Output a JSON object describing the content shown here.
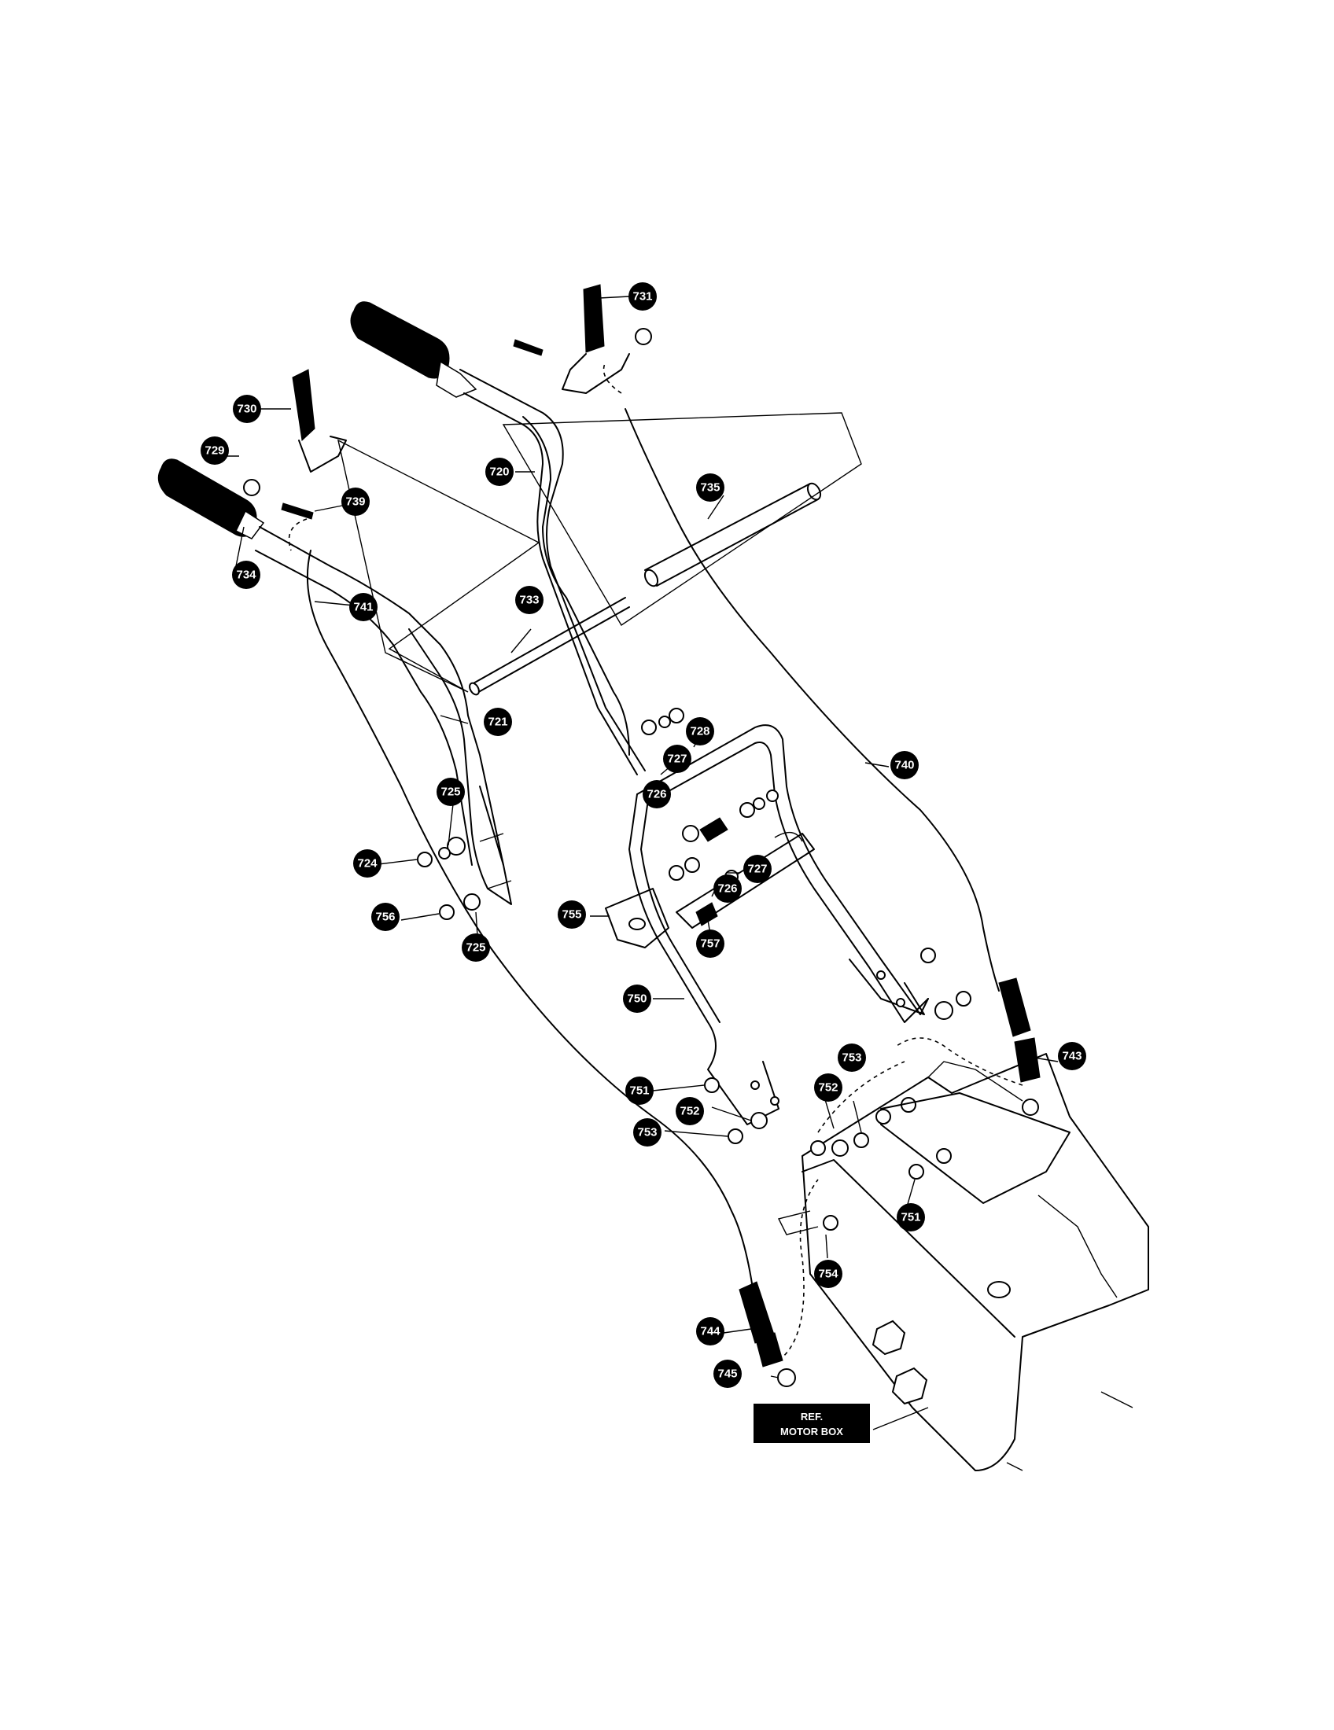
{
  "callouts": [
    {
      "id": "731",
      "label": "731"
    },
    {
      "id": "730",
      "label": "730"
    },
    {
      "id": "729",
      "label": "729"
    },
    {
      "id": "720",
      "label": "720"
    },
    {
      "id": "735",
      "label": "735"
    },
    {
      "id": "739",
      "label": "739"
    },
    {
      "id": "734",
      "label": "734"
    },
    {
      "id": "741",
      "label": "741"
    },
    {
      "id": "733",
      "label": "733"
    },
    {
      "id": "721",
      "label": "721"
    },
    {
      "id": "728",
      "label": "728"
    },
    {
      "id": "727a",
      "label": "727"
    },
    {
      "id": "740",
      "label": "740"
    },
    {
      "id": "725a",
      "label": "725"
    },
    {
      "id": "726a",
      "label": "726"
    },
    {
      "id": "724",
      "label": "724"
    },
    {
      "id": "727b",
      "label": "727"
    },
    {
      "id": "726b",
      "label": "726"
    },
    {
      "id": "756",
      "label": "756"
    },
    {
      "id": "755",
      "label": "755"
    },
    {
      "id": "725b",
      "label": "725"
    },
    {
      "id": "757",
      "label": "757"
    },
    {
      "id": "750",
      "label": "750"
    },
    {
      "id": "743",
      "label": "743"
    },
    {
      "id": "753a",
      "label": "753"
    },
    {
      "id": "752a",
      "label": "752"
    },
    {
      "id": "751a",
      "label": "751"
    },
    {
      "id": "752b",
      "label": "752"
    },
    {
      "id": "753b",
      "label": "753"
    },
    {
      "id": "751b",
      "label": "751"
    },
    {
      "id": "754",
      "label": "754"
    },
    {
      "id": "744",
      "label": "744"
    },
    {
      "id": "745",
      "label": "745"
    }
  ],
  "reference_label": {
    "line1": "REF.",
    "line2": "MOTOR BOX"
  },
  "colors": {
    "ink": "#000000",
    "paper": "#ffffff"
  }
}
